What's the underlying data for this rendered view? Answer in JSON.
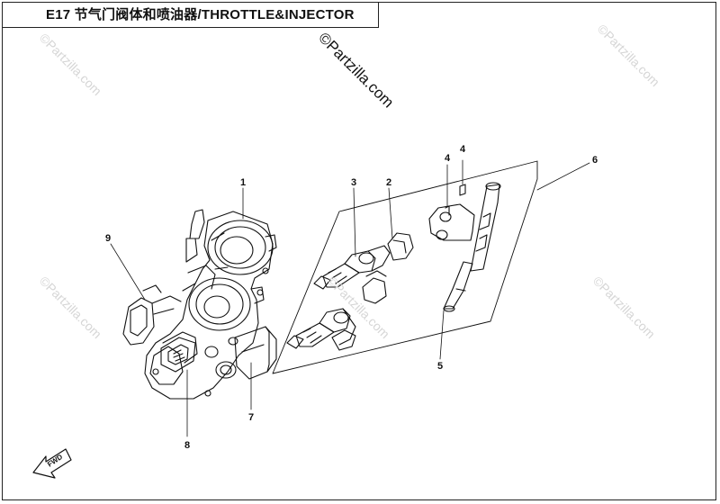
{
  "title": "E17 节气门阀体和喷油器/THROTTLE&INJECTOR",
  "watermark": "©Partzilla.com",
  "fwd_label": "FWD",
  "callouts": {
    "c1": "1",
    "c2": "2",
    "c3": "3",
    "c4a": "4",
    "c4b": "4",
    "c5": "5",
    "c6": "6",
    "c7": "7",
    "c8": "8",
    "c9": "9"
  }
}
